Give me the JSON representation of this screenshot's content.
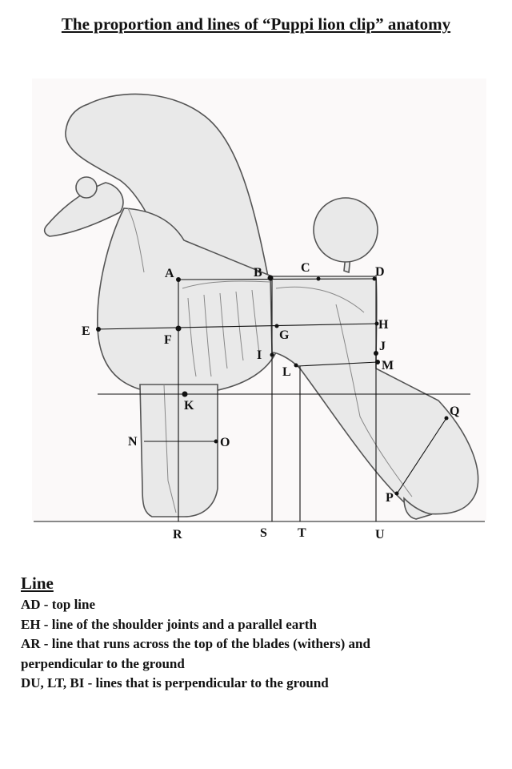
{
  "title": "The proportion and lines of “Puppi lion clip”  anatomy",
  "points": {
    "A": "A",
    "B": "B",
    "C": "C",
    "D": "D",
    "E": "E",
    "F": "F",
    "G": "G",
    "H": "H",
    "I": "I",
    "J": "J",
    "K": "K",
    "L": "L",
    "M": "M",
    "N": "N",
    "O": "O",
    "P": "P",
    "Q": "Q",
    "R": "R",
    "S": "S",
    "T": "T",
    "U": "U"
  },
  "legend": {
    "heading": "Line",
    "items": [
      "AD - top line",
      "EH - line of the shoulder joints and a parallel earth",
      "AR - line that runs across the top of the blades (withers) and",
      "perpendicular to the ground",
      "DU, LT, BI - lines that is perpendicular to the ground"
    ]
  }
}
